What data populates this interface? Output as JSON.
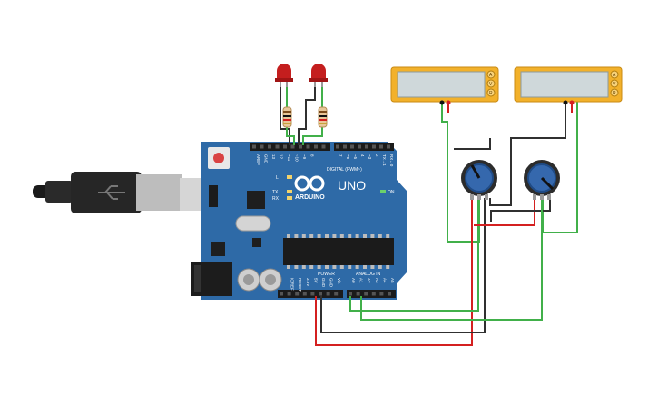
{
  "board": {
    "logo_text": "ARDUINO",
    "model": "UNO",
    "on_label": "ON",
    "digital_label": "DIGITAL (PWM~)",
    "power_label": "POWER",
    "analog_label": "ANALOG IN",
    "l_label": "L",
    "tx_label": "TX",
    "rx_label": "RX",
    "digital_pins": [
      "AREF",
      "GND",
      "13",
      "12",
      "~11",
      "~10",
      "~9",
      "8",
      "7",
      "~6",
      "~5",
      "4",
      "~3",
      "2",
      "TX→1",
      "RX←0"
    ],
    "power_pins": [
      "IOREF",
      "RESET",
      "3.3V",
      "5V",
      "GND",
      "GND",
      "Vin"
    ],
    "analog_pins": [
      "A0",
      "A1",
      "A2",
      "A3",
      "A4",
      "A5"
    ]
  },
  "leds": [
    {
      "color": "#c41e1e"
    },
    {
      "color": "#c41e1e"
    }
  ],
  "meters": [
    {
      "buttons": [
        "A",
        "V",
        "R"
      ]
    },
    {
      "buttons": [
        "A",
        "V",
        "R"
      ]
    }
  ],
  "colors": {
    "board": "#2e6aa7",
    "wire_black": "#303030",
    "wire_red": "#d42020",
    "wire_green": "#41b04a",
    "meter_body": "#f2b12b",
    "pot_knob": "#3568ad"
  }
}
